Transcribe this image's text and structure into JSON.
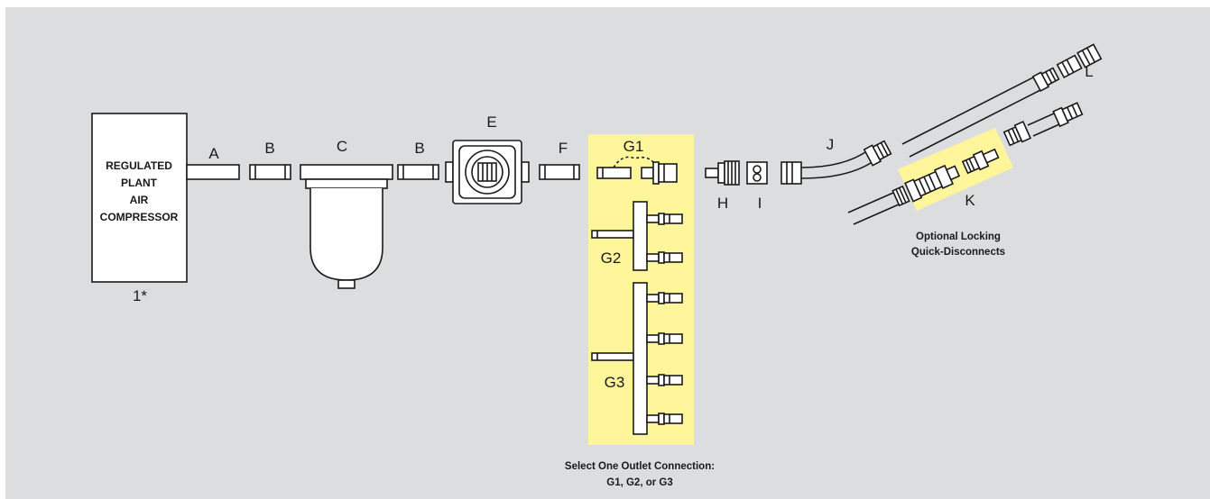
{
  "compressor": {
    "lines": [
      "REGULATED",
      "PLANT",
      "AIR",
      "COMPRESSOR"
    ],
    "footnote": "1*"
  },
  "labels": {
    "A": "A",
    "B1": "B",
    "C": "C",
    "B2": "B",
    "E": "E",
    "F": "F",
    "G1": "G1",
    "G2": "G2",
    "G3": "G3",
    "H": "H",
    "I": "I",
    "J": "J",
    "K": "K",
    "L": "L"
  },
  "notes": {
    "outlet_line1": "Select One Outlet Connection:",
    "outlet_line2": "G1, G2, or G3",
    "locking_line1": "Optional Locking",
    "locking_line2": "Quick-Disconnects"
  },
  "colors": {
    "background": "#dcdddf",
    "highlight": "#fff59a",
    "line": "#1a1a1a",
    "fill": "#ffffff"
  }
}
